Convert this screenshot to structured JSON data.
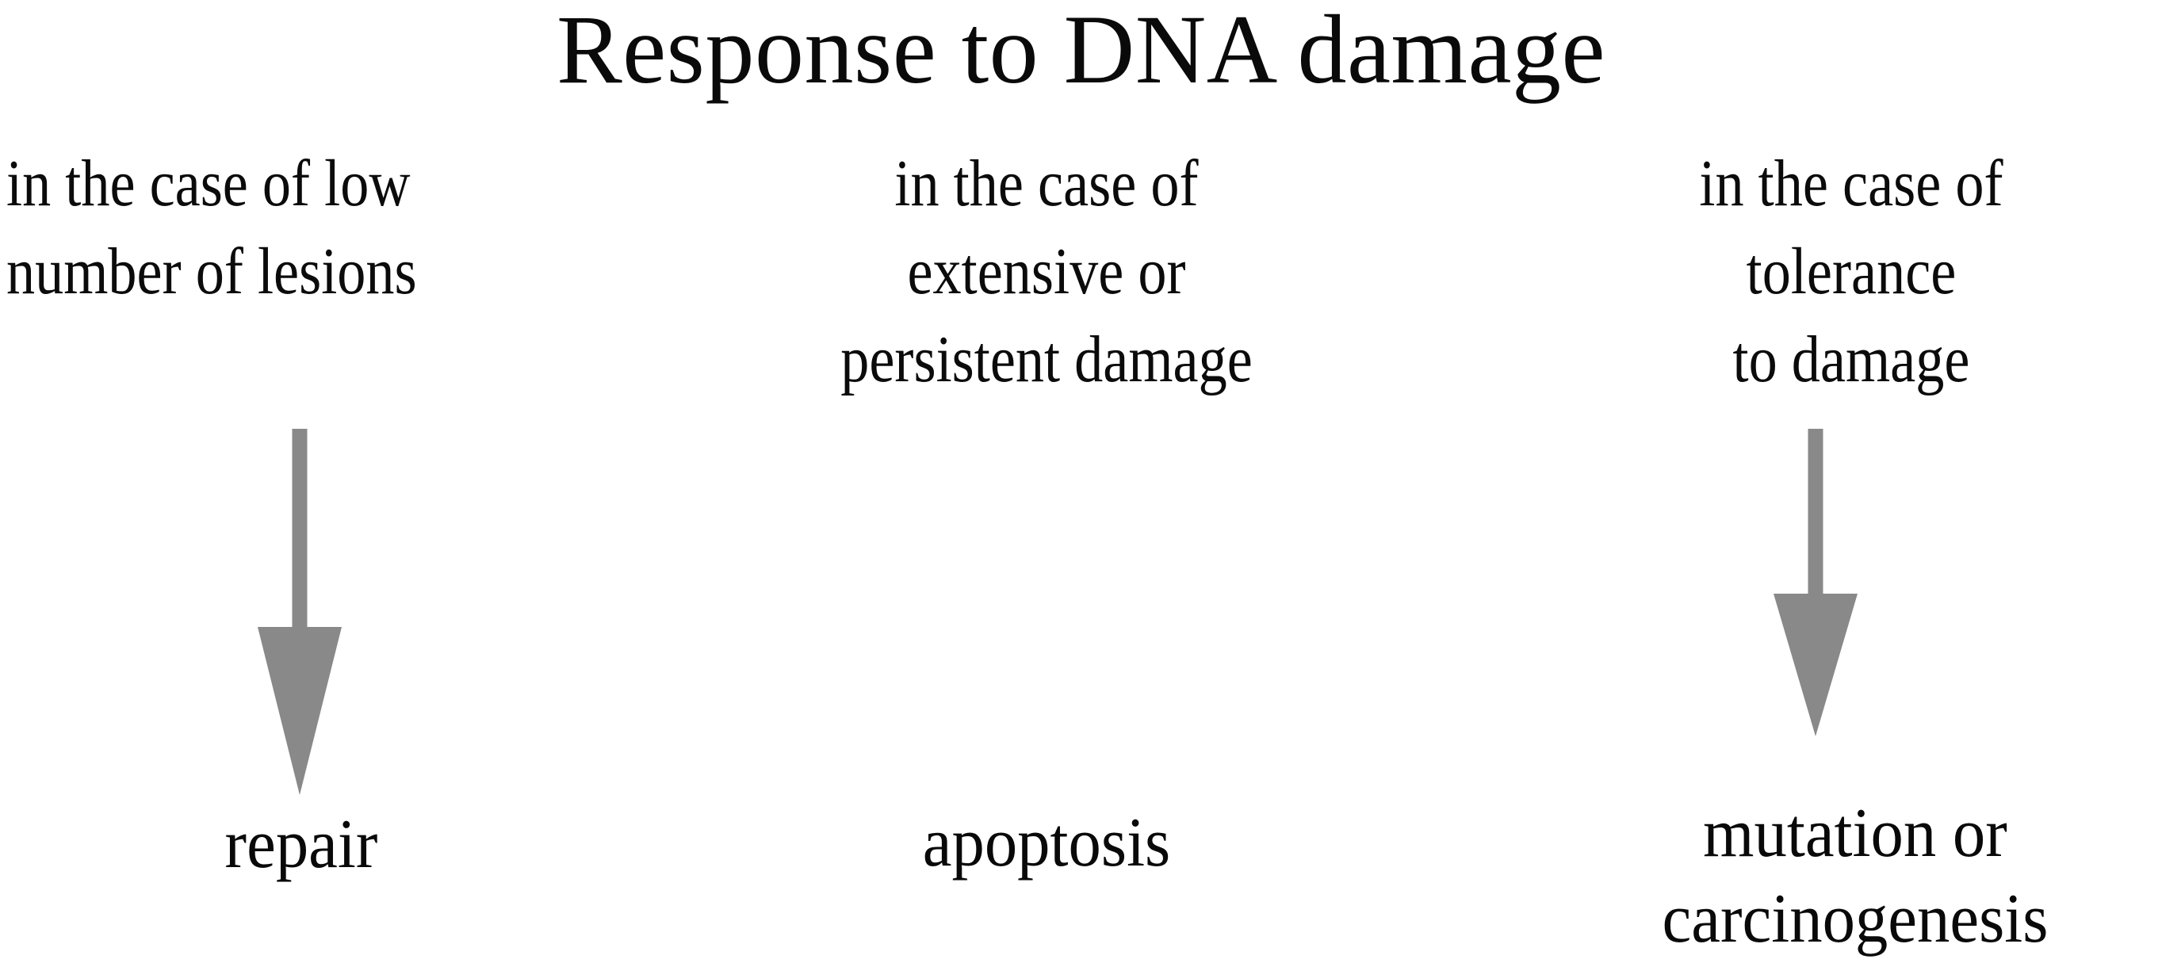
{
  "title": "Response to DNA damage",
  "theme": {
    "background": "#ffffff",
    "text_color": "#000000",
    "arrow_color": "#898989"
  },
  "branches": [
    {
      "id": "repair",
      "condition_lines": [
        "in the case of low",
        "number of lesions"
      ],
      "condition_text": "in the case of low number of lesions",
      "arrow": "down-arrow",
      "outcome_lines": [
        "repair"
      ],
      "outcome_text": "repair"
    },
    {
      "id": "apoptosis",
      "condition_lines": [
        "in the case of",
        "extensive or",
        "persistent damage"
      ],
      "condition_text": "in the case of extensive or persistent damage",
      "arrow": "down-arrow",
      "outcome_lines": [
        "apoptosis"
      ],
      "outcome_text": "apoptosis"
    },
    {
      "id": "mutation",
      "condition_lines": [
        "in the case of",
        "tolerance",
        "to damage"
      ],
      "condition_text": "in the case of tolerance to damage",
      "arrow": "down-arrow",
      "outcome_lines": [
        "mutation or",
        "carcinogenesis"
      ],
      "outcome_text": "mutation or carcinogenesis"
    }
  ]
}
